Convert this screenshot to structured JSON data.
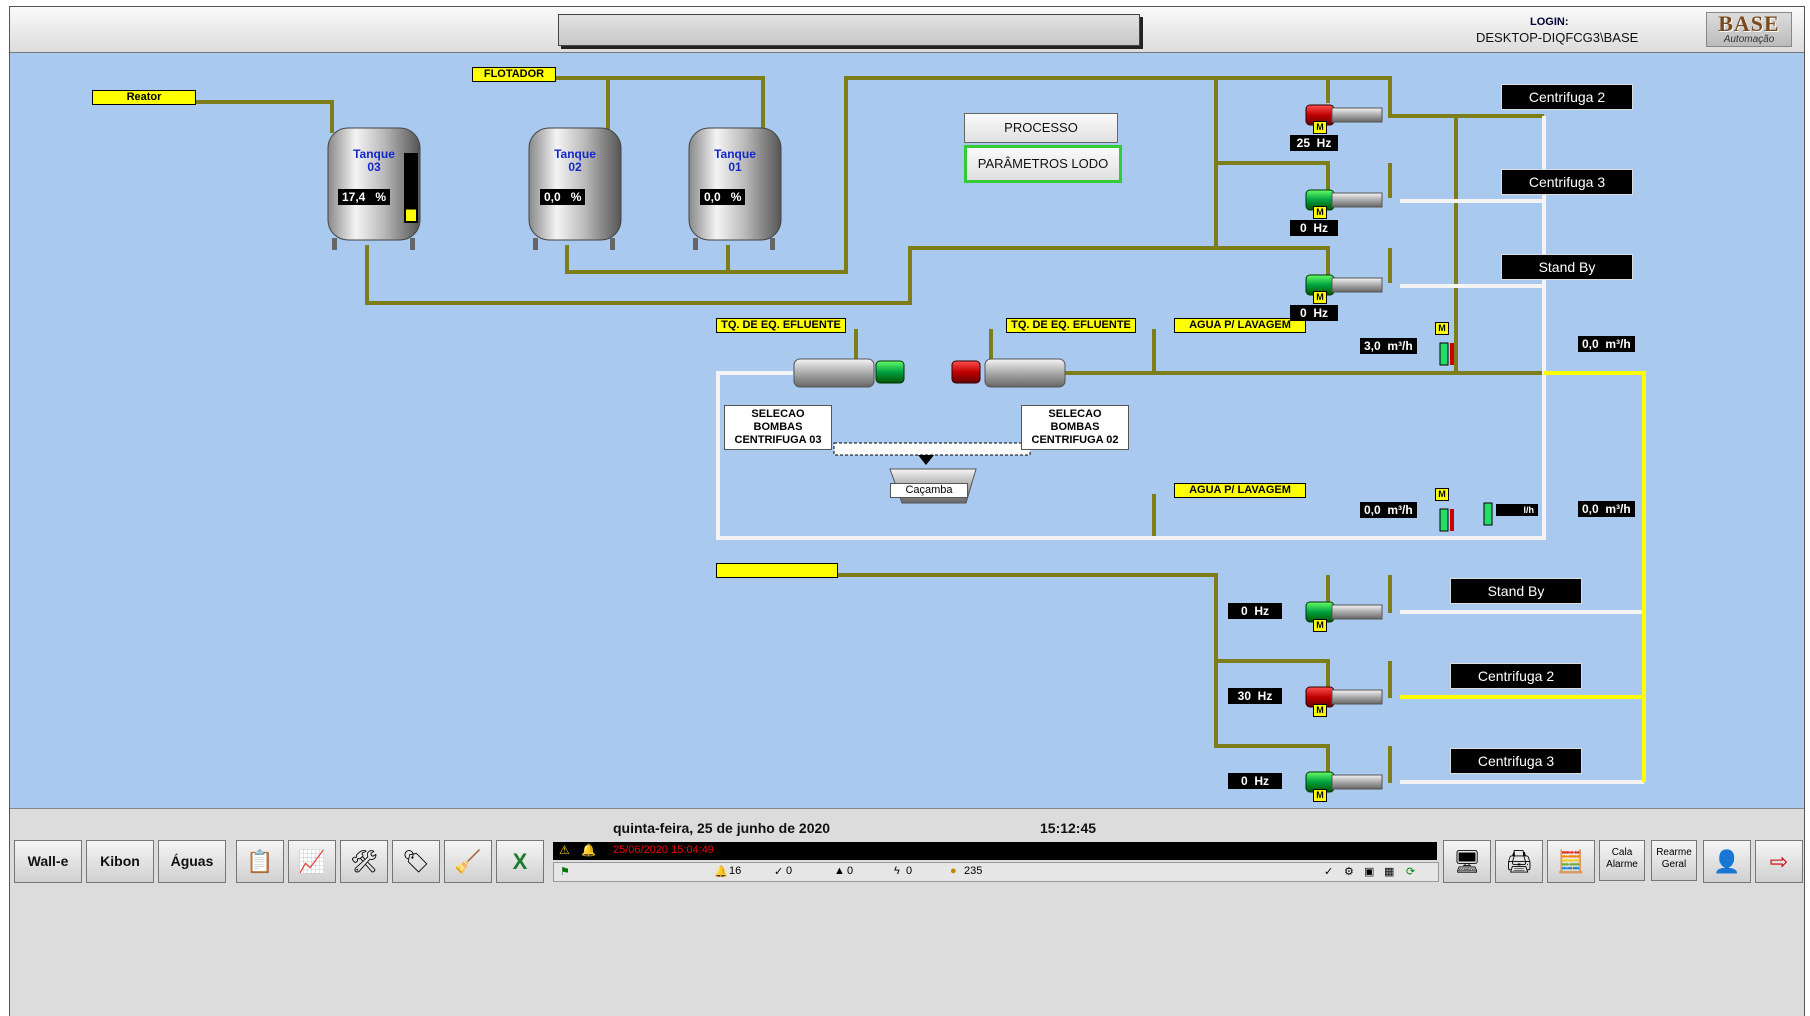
{
  "header": {
    "login_label": "LOGIN:",
    "login_value": "DESKTOP-DIQFCG3\\BASE",
    "logo_main": "BASE",
    "logo_sub": "Automação"
  },
  "lines": {
    "reactor": "Reator",
    "flotador": "FLOTADOR",
    "tq_eq_left": "TQ. DE EQ. EFLUENTE",
    "tq_eq_right": "TQ. DE EQ. EFLUENTE",
    "agua_top": "AGUA P/ LAVAGEM",
    "agua_bottom": "AGUA P/ LAVAGEM"
  },
  "tanks": [
    {
      "name1": "Tanque",
      "name2": "03",
      "level": "17,4",
      "unit": "%",
      "level_pct": 17.4
    },
    {
      "name1": "Tanque",
      "name2": "02",
      "level": "0,0",
      "unit": "%",
      "level_pct": 0
    },
    {
      "name1": "Tanque",
      "name2": "01",
      "level": "0,0",
      "unit": "%",
      "level_pct": 0
    }
  ],
  "buttons": {
    "processo": "PROCESSO",
    "parametros": "PARÂMETROS LODO"
  },
  "pumps_top": [
    {
      "hz": "25",
      "unit": "Hz",
      "dest": "Centrifuga 2",
      "mode": "M",
      "state": "on"
    },
    {
      "hz": "0",
      "unit": "Hz",
      "dest": "Centrifuga 3",
      "mode": "M",
      "state": "off"
    },
    {
      "hz": "0",
      "unit": "Hz",
      "dest": "Stand By",
      "mode": "M",
      "state": "off"
    }
  ],
  "pumps_bottom": [
    {
      "hz": "0",
      "unit": "Hz",
      "dest": "Stand By",
      "mode": "M",
      "state": "off"
    },
    {
      "hz": "30",
      "unit": "Hz",
      "dest": "Centrifuga 2",
      "mode": "M",
      "state": "on"
    },
    {
      "hz": "0",
      "unit": "Hz",
      "dest": "Centrifuga 3",
      "mode": "M",
      "state": "off"
    }
  ],
  "flows": {
    "f1": {
      "value": "3,0",
      "unit": "m³/h"
    },
    "f2": {
      "value": "0,0",
      "unit": "m³/h"
    },
    "f3": {
      "value": "0,0",
      "unit": "m³/h"
    },
    "f4": {
      "value": "0,0",
      "unit": "m³/h"
    },
    "lh_unit": "l/h",
    "mode_m1": "M",
    "mode_m2": "M"
  },
  "centrifuges": {
    "sel03_1": "SELECAO BOMBAS",
    "sel03_2": "CENTRIFUGA 03",
    "sel02_1": "SELECAO BOMBAS",
    "sel02_2": "CENTRIFUGA 02",
    "cacamba": "Caçamba"
  },
  "footer": {
    "date": "quinta-feira, 25 de junho de 2020",
    "time": "15:12:45",
    "nav": [
      "Wall-e",
      "Kibon",
      "Águas"
    ],
    "alarm_text": "25/06/2020 15:04:49",
    "counts": {
      "alarms": "16",
      "c2": "0",
      "c3": "0",
      "c4": "0",
      "c5": "235"
    },
    "cala_alarme_1": "Cala",
    "cala_alarme_2": "Alarme",
    "rearme_1": "Rearme",
    "rearme_2": "Geral"
  },
  "colors": {
    "background": "#a9c9ee",
    "pipe_olive": "#7d7d1a",
    "pipe_white": "#f0f0f0",
    "pipe_yellow": "#ffff00",
    "pump_on": "#cc0000",
    "pump_off": "#00b050"
  }
}
